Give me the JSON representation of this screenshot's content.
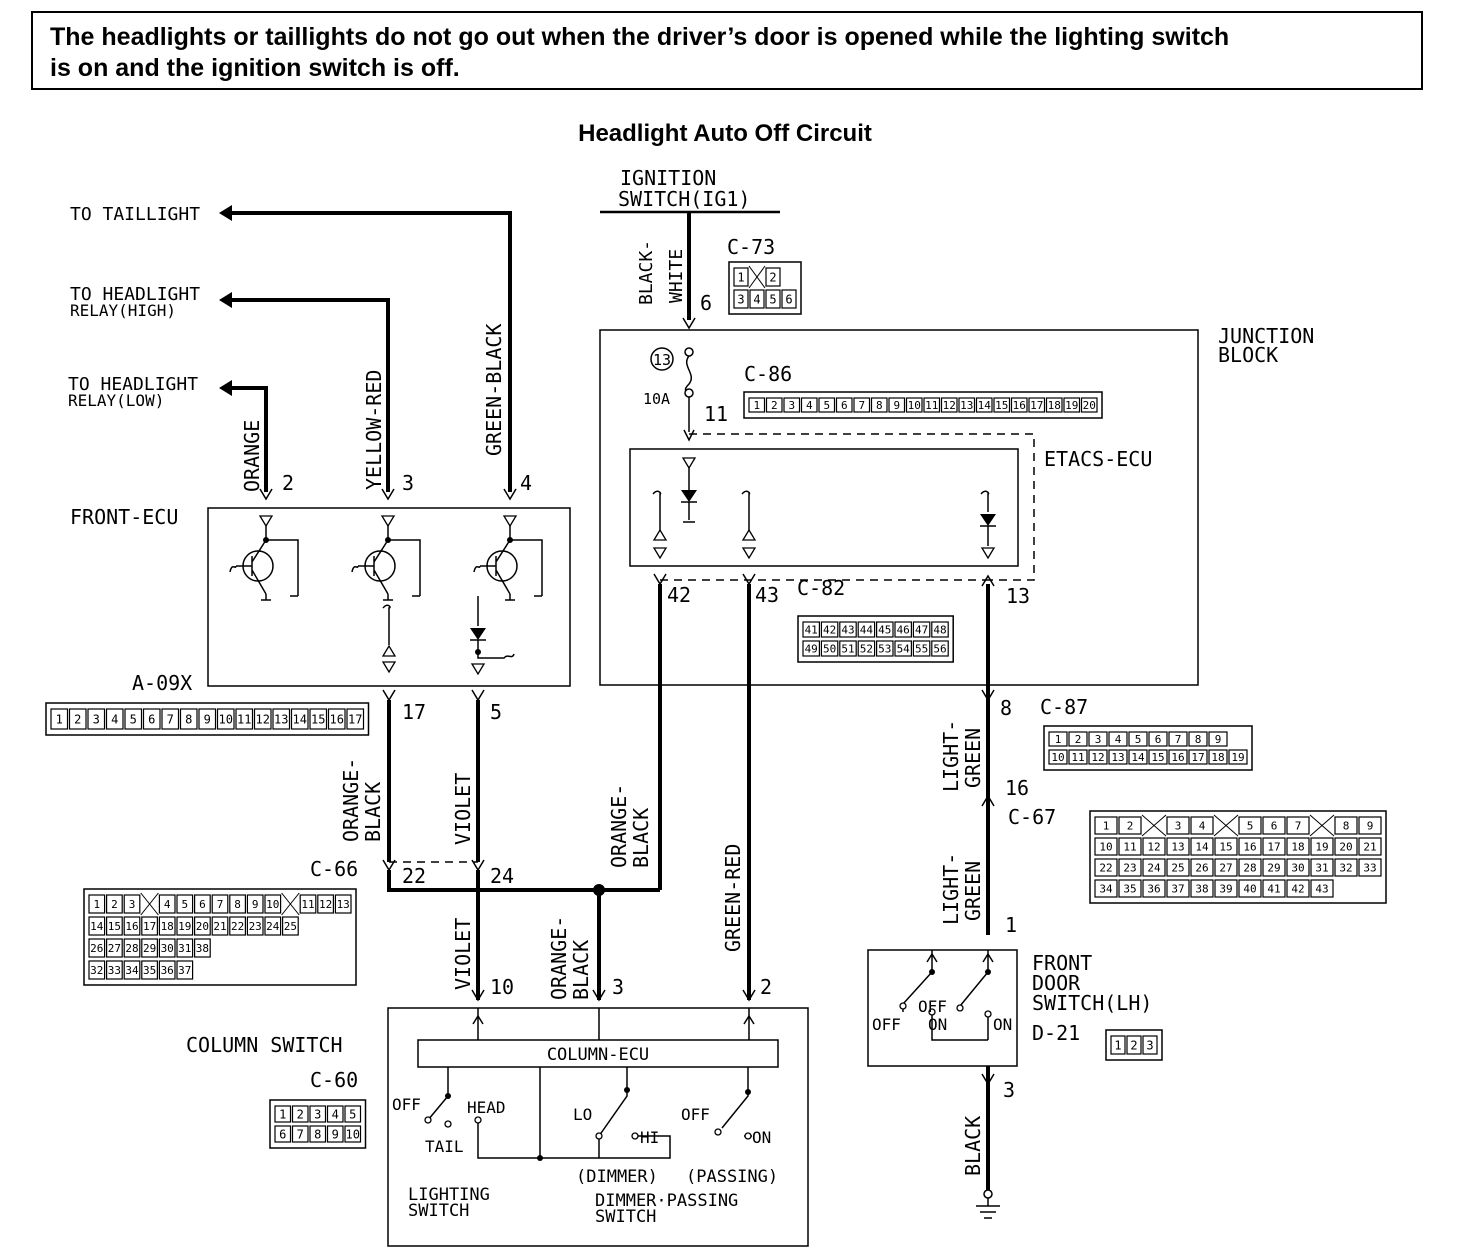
{
  "header": {
    "line1": "The headlights or taillights do not go out when the driver’s door is opened while the lighting switch",
    "line2": "is on and the ignition switch is off."
  },
  "title": "Headlight Auto Off Circuit",
  "labels": {
    "ignition_1": "IGNITION",
    "ignition_2": "SWITCH(IG1)",
    "to_taillight": "TO TAILLIGHT",
    "to_hl_high_1": "TO HEADLIGHT",
    "to_hl_high_2": "RELAY(HIGH)",
    "to_hl_low_1": "TO HEADLIGHT",
    "to_hl_low_2": "RELAY(LOW)",
    "junction_1": "JUNCTION",
    "junction_2": "BLOCK",
    "etacs": "ETACS-ECU",
    "front_ecu": "FRONT-ECU",
    "column_switch": "COLUMN SWITCH",
    "column_ecu": "COLUMN-ECU",
    "fuse_num": "13",
    "fuse_amp": "10A",
    "door_1": "FRONT",
    "door_2": "DOOR",
    "door_3": "SWITCH(LH)",
    "lighting_1": "LIGHTING",
    "lighting_2": "SWITCH",
    "dimmer_1": "DIMMER·PASSING",
    "dimmer_2": "SWITCH",
    "dimmer_paren": "(DIMMER)",
    "passing_paren": "(PASSING)",
    "sw_off": "OFF",
    "sw_head": "HEAD",
    "sw_tail": "TAIL",
    "sw_lo": "LO",
    "sw_hi": "HI",
    "sw_off2": "OFF",
    "sw_on": "ON",
    "door_off1": "OFF",
    "door_off2": "OFF",
    "door_on1": "ON",
    "door_on2": "ON"
  },
  "wire_colors": {
    "black_white_1": "BLACK-",
    "black_white_2": "WHITE",
    "orange": "ORANGE",
    "yellow_red": "YELLOW-RED",
    "green_black": "GREEN-BLACK",
    "orange_black_a1": "ORANGE-",
    "orange_black_a2": "BLACK",
    "violet_a": "VIOLET",
    "orange_black_b1": "ORANGE-",
    "orange_black_b2": "BLACK",
    "green_red": "GREEN-RED",
    "violet_b": "VIOLET",
    "orange_black_c1": "ORANGE-",
    "orange_black_c2": "BLACK",
    "light_green_a1": "LIGHT-",
    "light_green_a2": "GREEN",
    "light_green_b1": "LIGHT-",
    "light_green_b2": "GREEN",
    "black": "BLACK"
  },
  "pins": {
    "p6": "6",
    "p11": "11",
    "p2": "2",
    "p3": "3",
    "p4": "4",
    "p42": "42",
    "p43": "43",
    "p13": "13",
    "p17": "17",
    "p5": "5",
    "p8": "8",
    "p16": "16",
    "p22": "22",
    "p24": "24",
    "p1": "1",
    "p10": "10",
    "p3b": "3",
    "p2b": "2",
    "p3c": "3"
  },
  "connectors": {
    "c73": {
      "name": "C-73",
      "rows": [
        [
          "1",
          "",
          "2"
        ],
        [
          "3",
          "4",
          "5",
          "6"
        ]
      ]
    },
    "c86": {
      "name": "C-86",
      "rows": [
        [
          "1",
          "2",
          "3",
          "4",
          "5",
          "6",
          "7",
          "8",
          "9",
          "10",
          "11",
          "12",
          "13",
          "14",
          "15",
          "16",
          "17",
          "18",
          "19",
          "20"
        ]
      ]
    },
    "c82": {
      "name": "C-82",
      "rows": [
        [
          "41",
          "42",
          "43",
          "44",
          "45",
          "46",
          "47",
          "48"
        ],
        [
          "49",
          "50",
          "51",
          "52",
          "53",
          "54",
          "55",
          "56"
        ]
      ]
    },
    "a09x": {
      "name": "A-09X",
      "rows": [
        [
          "1",
          "2",
          "3",
          "4",
          "5",
          "6",
          "7",
          "8",
          "9",
          "10",
          "11",
          "12",
          "13",
          "14",
          "15",
          "16",
          "17"
        ]
      ]
    },
    "c87": {
      "name": "C-87",
      "rows": [
        [
          "1",
          "2",
          "3",
          "4",
          "5",
          "6",
          "7",
          "8",
          "9"
        ],
        [
          "10",
          "11",
          "12",
          "13",
          "14",
          "15",
          "16",
          "17",
          "18",
          "19"
        ]
      ]
    },
    "c67": {
      "name": "C-67",
      "rows": [
        [
          "1",
          "2",
          "",
          "3",
          "4",
          "",
          "5",
          "6",
          "7",
          "",
          "8",
          "9"
        ],
        [
          "10",
          "11",
          "12",
          "13",
          "14",
          "15",
          "16",
          "17",
          "18",
          "19",
          "20",
          "21"
        ],
        [
          "22",
          "23",
          "24",
          "25",
          "26",
          "27",
          "28",
          "29",
          "30",
          "31",
          "32",
          "33"
        ],
        [
          "34",
          "35",
          "36",
          "37",
          "38",
          "39",
          "40",
          "41",
          "42",
          "43"
        ]
      ]
    },
    "c66": {
      "name": "C-66",
      "rows": [
        [
          "1",
          "2",
          "3",
          "",
          "4",
          "5",
          "6",
          "7",
          "8",
          "9",
          "10",
          "",
          "11",
          "12",
          "13"
        ],
        [
          "14",
          "15",
          "16",
          "17",
          "18",
          "19",
          "20",
          "21",
          "22",
          "23",
          "24",
          "25"
        ],
        [
          "26",
          "27",
          "28",
          "29",
          "30",
          "31",
          "38"
        ],
        [
          "32",
          "33",
          "34",
          "35",
          "36",
          "37"
        ]
      ]
    },
    "c60": {
      "name": "C-60",
      "rows": [
        [
          "1",
          "2",
          "3",
          "4",
          "5"
        ],
        [
          "6",
          "7",
          "8",
          "9",
          "10"
        ]
      ]
    },
    "d21": {
      "name": "D-21",
      "rows": [
        [
          "1",
          "2",
          "3"
        ]
      ]
    }
  }
}
